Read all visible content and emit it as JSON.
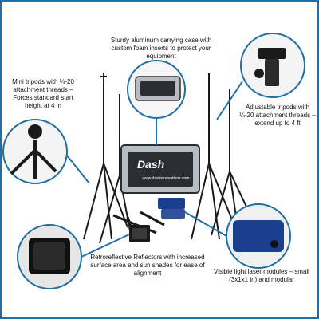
{
  "captions": {
    "mini_tripods": "Mini tripods with ¼-20 attachment threads – Forces standard start height at 4 in",
    "case": "Sturdy aluminum carrying case with custom foam inserts to protect your equipment",
    "adjustable_tripods": "Adjustable tripods with ¼-20 attachment threads – extend up to 4 ft",
    "reflectors": "Retroreflective Reflectors with increased surface area and sun shades for ease of alignment",
    "laser_modules": "Visible light laser modules – small (3x1x1 in) and modular"
  },
  "brand": {
    "logo": "Dash",
    "website": "www.dashinnovations.com"
  },
  "colors": {
    "callout_border": "#1f6fa3",
    "tripod": "#1a1a1a",
    "case_silver": "#b8bcc3",
    "case_dark": "#2a2d33",
    "laser_blue": "#1b3f8f"
  }
}
